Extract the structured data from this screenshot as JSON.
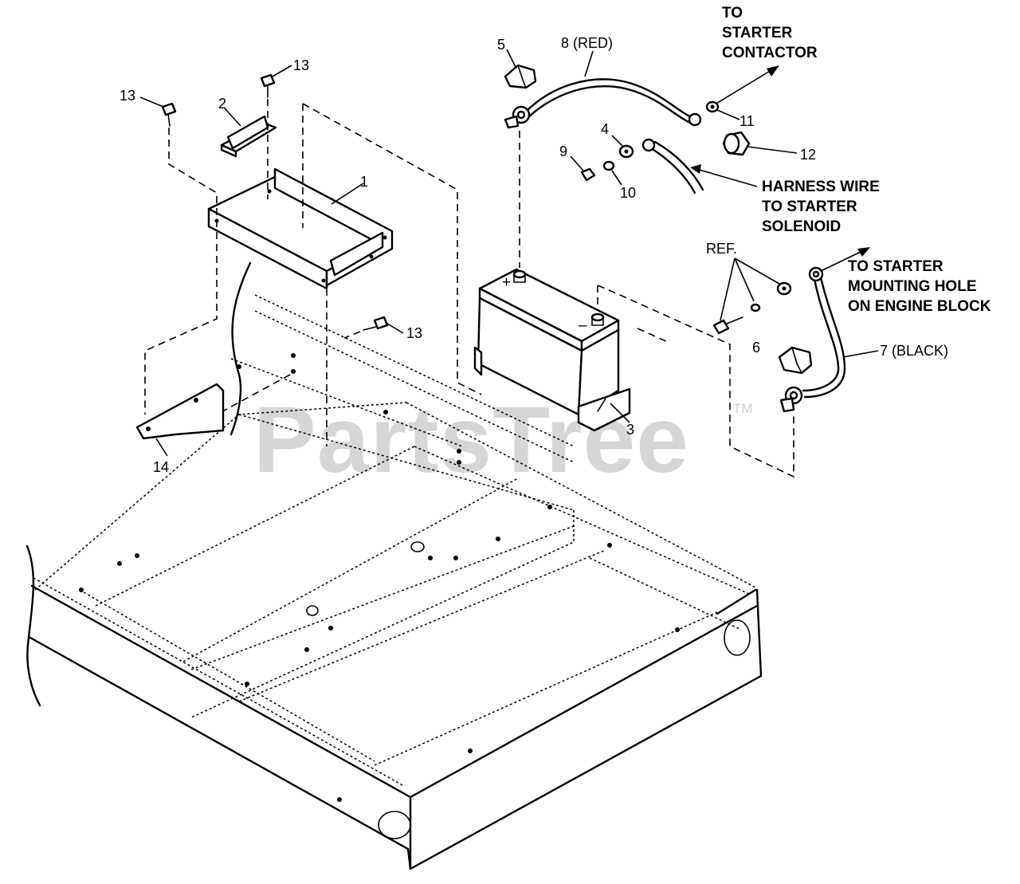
{
  "watermark": {
    "text": "PartsTree",
    "tm": "TM"
  },
  "callouts": {
    "c1": "1",
    "c2": "2",
    "c3": "3",
    "c4": "4",
    "c5": "5",
    "c6": "6",
    "c7": "7 (BLACK)",
    "c8": "8 (RED)",
    "c9": "9",
    "c10": "10",
    "c11": "11",
    "c12": "12",
    "c13a": "13",
    "c13b": "13",
    "c13c": "13",
    "c14": "14",
    "ref": "REF."
  },
  "notes": {
    "starter_contactor": [
      "TO",
      "STARTER",
      "CONTACTOR"
    ],
    "harness_wire": [
      "HARNESS WIRE",
      "TO STARTER",
      "SOLENOID"
    ],
    "mounting_hole": [
      "TO STARTER",
      "MOUNTING HOLE",
      "ON ENGINE BLOCK"
    ]
  },
  "battery_marks": {
    "positive": "+",
    "negative": "–"
  }
}
